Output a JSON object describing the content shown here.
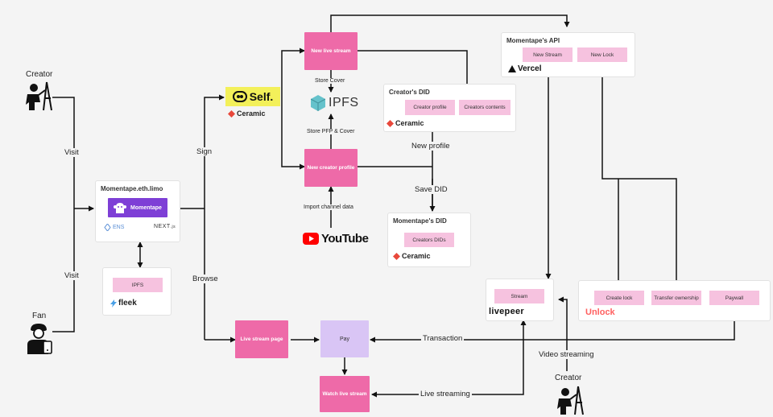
{
  "actors": {
    "creator_top": "Creator",
    "fan": "Fan",
    "creator_bottom": "Creator"
  },
  "edges": {
    "visit_top": "Visit",
    "visit_bottom": "Visit",
    "sign": "Sign",
    "browse": "Browse",
    "store_cover": "Store Cover",
    "store_pfp": "Store PFP & Cover",
    "import_channel": "Import channel data",
    "new_profile": "New profile",
    "save_did": "Save DID",
    "transaction": "Transaction",
    "video_streaming": "Video streaming",
    "live_streaming": "Live streaming"
  },
  "momentape_site": {
    "title": "Momentape.eth.limo",
    "app_label": "Momentape",
    "ens": "ENS",
    "next": "NEXT",
    "next_suffix": ".js"
  },
  "fleek_card": {
    "chip": "IPFS",
    "brand": "fleek"
  },
  "nodes": {
    "new_live_stream": "New live stream",
    "new_creator_profile": "New creator profile",
    "live_stream_page": "Live stream page",
    "pay": "Pay",
    "watch_live_stream": "Watch live stream"
  },
  "self_logo": {
    "text": "Self.",
    "ceramic": "Ceramic"
  },
  "ipfs_logo": "IPFS",
  "youtube_logo": "YouTube",
  "creators_did": {
    "title": "Creator's DID",
    "chips": [
      "Creator profile",
      "Creators contents"
    ],
    "brand": "Ceramic"
  },
  "momentape_did": {
    "title": "Momentape's DID",
    "chip": "Creators DIDs",
    "brand": "Ceramic"
  },
  "momentape_api": {
    "title": "Momentape's API",
    "chips": [
      "New Stream",
      "New Lock"
    ],
    "brand": "Vercel"
  },
  "livepeer_card": {
    "chip": "Stream",
    "brand": "livepeer"
  },
  "unlock_card": {
    "chips": [
      "Create lock",
      "Transfer ownership",
      "Paywall"
    ],
    "brand": "Unlock"
  },
  "colors": {
    "node_pink": "#ee6aa8",
    "chip_pink": "#f6c2df",
    "pay_purple": "#d9c5f5",
    "momentape_purple": "#7e3fd6",
    "ceramic_red": "#e8483b",
    "youtube_red": "#ff0000",
    "unlock_red": "#ff5f5f",
    "self_yellow": "#f3f05a"
  }
}
